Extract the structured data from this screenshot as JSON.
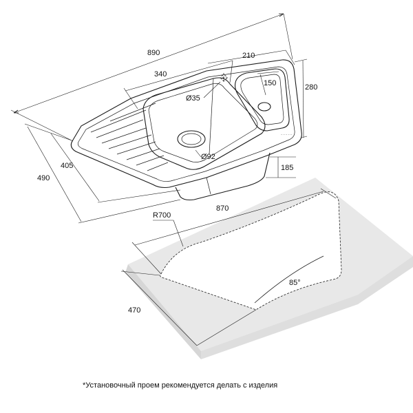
{
  "colors": {
    "line": "#1a1a1a",
    "cutout_fill": "#e8e8e8",
    "cutout_side": "#d6d6d6",
    "background": "#ffffff"
  },
  "dimensions": {
    "overall_width": "890",
    "bowl_width": "340",
    "small_bowl_width": "210",
    "small_bowl_depth": "150",
    "right_depth": "280",
    "drain_small": "Ø35",
    "drain_large": "Ø92",
    "total_depth": "490",
    "front_depth": "405",
    "bowl_height": "185",
    "cutout_width": "870",
    "cutout_radius": "R700",
    "cutout_angle": "85°",
    "cutout_depth": "470"
  },
  "note": "*Установочный проем рекомендуется делать с изделия"
}
